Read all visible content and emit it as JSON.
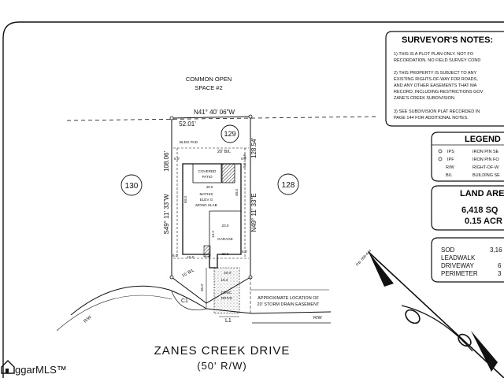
{
  "common_open": {
    "line1": "COMMON OPEN",
    "line2": "SPACE #2"
  },
  "lots": {
    "center": "129",
    "left": "130",
    "right": "128"
  },
  "bearings": {
    "top": "N41° 40' 06\"W",
    "top_dist": "52.01'",
    "left": "S49° 11' 33\"W",
    "left_dist": "108.06'",
    "right": "N49° 11' 33\"E",
    "right_dist": "128.54'"
  },
  "plan": {
    "bldg_pad": "BLDG PAD",
    "rear_bl": "20' B/L",
    "covered_patio_1": "COVERED",
    "covered_patio_2": "PATIO",
    "house_1": "MATHIS",
    "house_2": "ELEV G",
    "house_3": "MONO SLAB",
    "garage": "GARAGE",
    "front_bl": "15' B/L",
    "c1": "C1",
    "conc_1": "CONC.",
    "conc_2": "DRIVE",
    "l1": "L1",
    "rw_left": "R/W",
    "rw_right": "R/W",
    "dims": {
      "d40": "40.0",
      "d50": "50.0",
      "d48": "48.0",
      "d20a": "20.0",
      "d20b": "20.0",
      "d15": "15.0",
      "d142": "14.2",
      "d60a": "6.0'",
      "d60b": "6.0'",
      "d60c": "6.0'",
      "d60d": "6.0'",
      "d55": "5.5",
      "d36": "3.6",
      "d200": "20.0'",
      "d162": "16.2",
      "d35": "35.0'"
    },
    "easement_1": "APPROXIMATE LOCATION OF",
    "easement_2": "20' STORM DRAIN EASEMENT"
  },
  "road": {
    "name": "ZANES CREEK DRIVE",
    "rw": "(50' R/W)"
  },
  "surveyor_notes": {
    "title": "SURVEYOR'S NOTES:",
    "notes": [
      "1) THIS IS A PLOT PLAN ONLY. NOT FO",
      "RECORDATION. NO FIELD SURVEY COND",
      "2) THIS PROPERTY IS SUBJECT TO ANY",
      "EXISTING RIGHTS-OF-WAY FOR ROADS,",
      "AND ANY OTHER EASEMENTS THAT MA",
      "RECORD, INCLUDING RESTRICTIONS GOV",
      "ZANE'S CREEK SUBDIVISION.",
      "3) SEE SUBDIVISION PLAT RECORDED IN",
      "PAGE 144 FOR ADDITIONAL NOTES."
    ]
  },
  "legend": {
    "title": "LEGEND",
    "items": [
      {
        "code": "IPS",
        "desc": "IRON PIN SE"
      },
      {
        "code": "IPF",
        "desc": "IRON PIN FO"
      },
      {
        "code": "R/W",
        "desc": "RIGHT-OF-W"
      },
      {
        "code": "B/L",
        "desc": "BUILDING SE"
      }
    ]
  },
  "land_area": {
    "title": "LAND ARE",
    "sqft": "6,418 SQ",
    "acres": "0.15 ACR"
  },
  "quantities": [
    {
      "label": "SOD",
      "value": "3,16"
    },
    {
      "label": "LEADWALK",
      "value": ""
    },
    {
      "label": "DRIVEWAY",
      "value": "6"
    },
    {
      "label": "PERIMETER",
      "value": "3"
    }
  ],
  "north_arrow": {
    "text": "P.B. 555-444"
  },
  "watermark": {
    "text": "ggarMLS™"
  }
}
